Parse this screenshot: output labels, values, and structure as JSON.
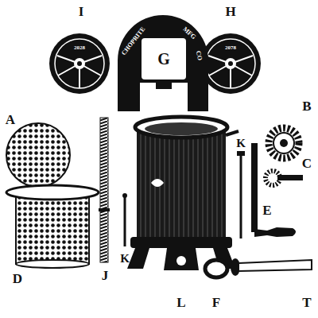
{
  "diagram": {
    "labels": [
      "I",
      "H",
      "A",
      "B",
      "C",
      "G",
      "K",
      "E",
      "D",
      "J",
      "K",
      "L",
      "F",
      "T",
      "CHOPRITE",
      "MFG",
      "CO",
      "2028",
      "2078"
    ]
  }
}
